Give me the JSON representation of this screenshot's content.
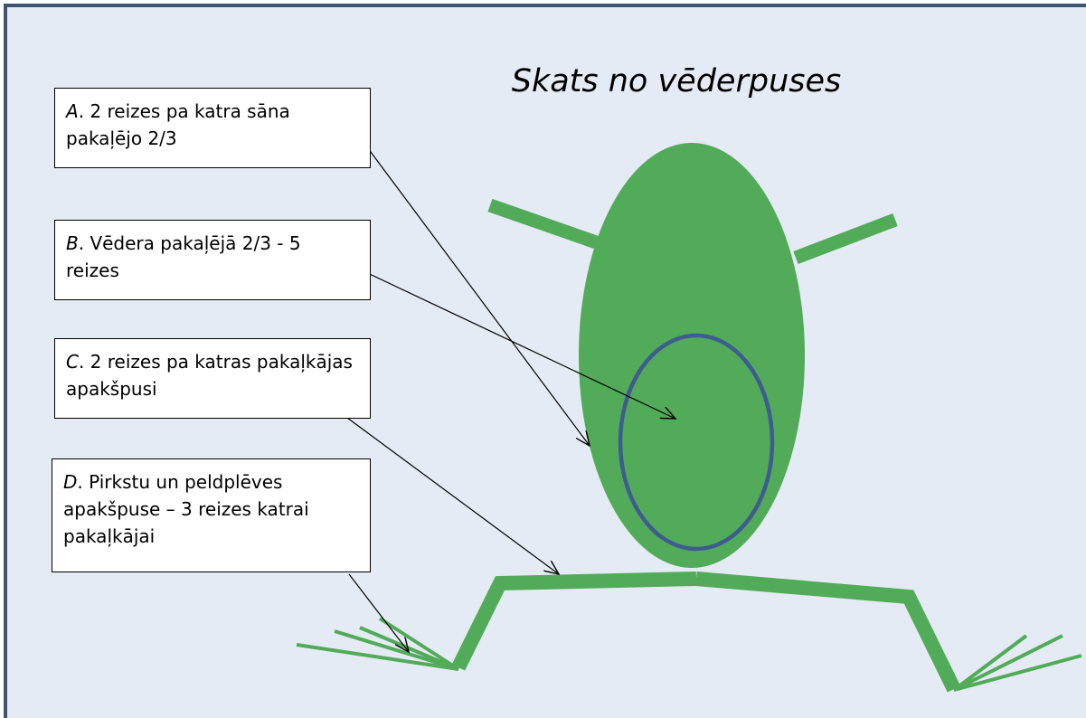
{
  "title": "Skats no vēderpuses",
  "labels": {
    "a": {
      "letter": "A",
      "text": ". 2 reizes pa katra sāna pakaļējo 2/3"
    },
    "b": {
      "letter": "B",
      "text": ". Vēdera pakaļējā 2/3  - 5 reizes"
    },
    "c": {
      "letter": "C",
      "text": ". 2 reizes pa katras pakaļkājas apakšpusi"
    },
    "d": {
      "letter": "D",
      "text": ". Pirkstu un peldplēves apakšpuse – 3 reizes katrai pakaļkājai"
    }
  },
  "colors": {
    "frog": "#52ab59",
    "belly_outline": "#3e5c8f",
    "background": "#e5ebf4",
    "frame": "#3c5470"
  }
}
